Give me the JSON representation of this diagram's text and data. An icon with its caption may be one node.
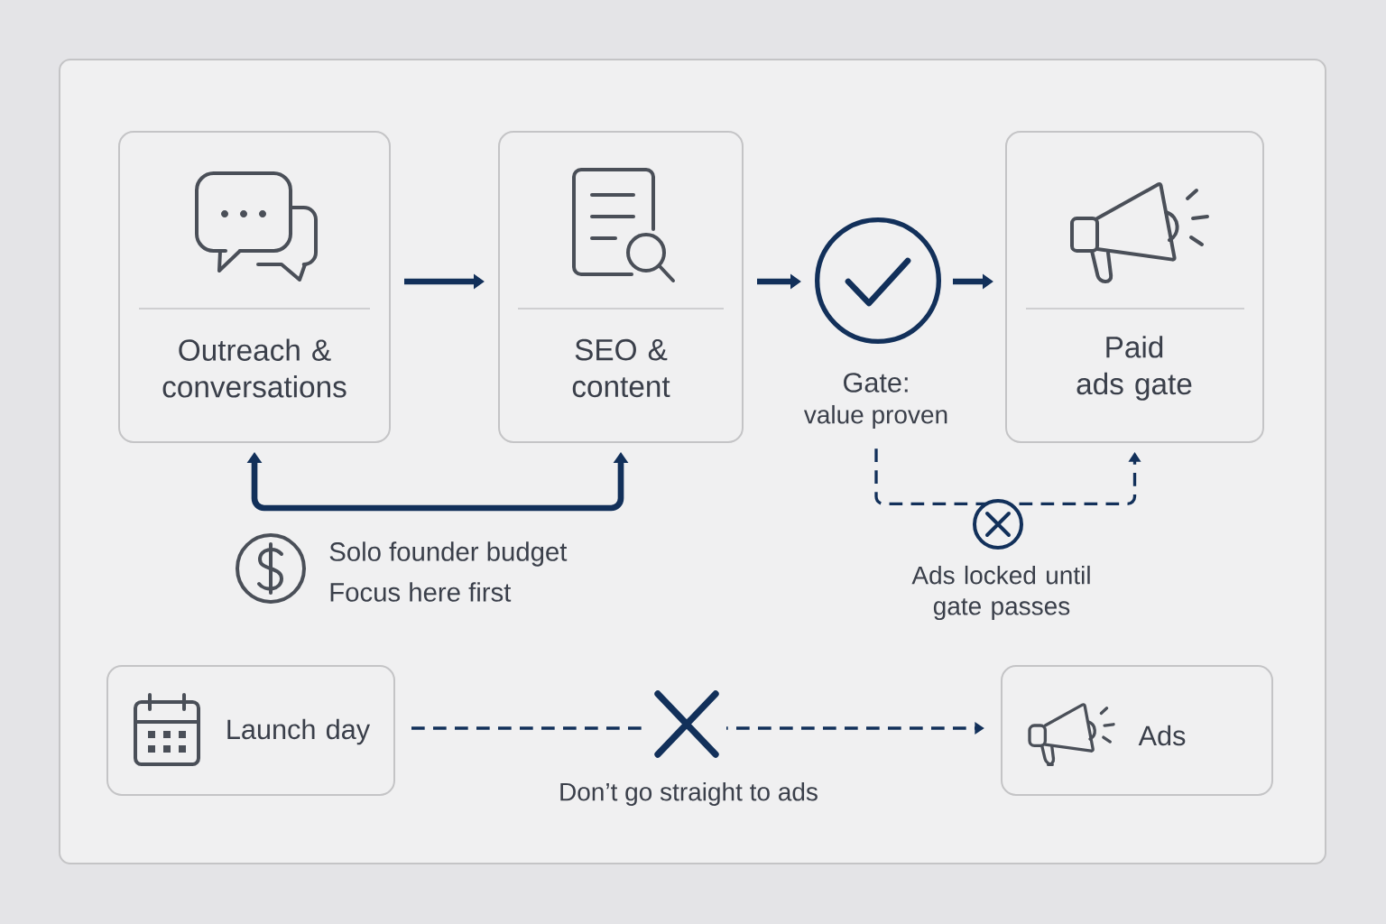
{
  "diagram": {
    "nodes": [
      {
        "text": [
          "Outreach & conversations"
        ]
      },
      {
        "text": [
          "SEO & content"
        ]
      },
      {
        "text": [
          "Gate:",
          "value proven"
        ]
      },
      {
        "text": [
          "Paid ads gate"
        ]
      },
      {
        "text": [
          "Launch day"
        ]
      },
      {
        "text": [
          "Ads"
        ]
      }
    ],
    "edges": [
      {
        "from": 0,
        "to": 1,
        "arrow": "to"
      },
      {
        "from": 1,
        "to": 2,
        "arrow": "to"
      },
      {
        "from": 2,
        "to": 3,
        "arrow": "to"
      },
      {
        "from": 0,
        "to": 1,
        "arrow": "both"
      },
      {
        "from": 2,
        "to": 3,
        "arrow": "to",
        "style": "dashed"
      },
      {
        "from": 4,
        "to": 5,
        "arrow": "to",
        "style": "dashed"
      }
    ],
    "labels": [
      "Solo founder budget",
      "Focus here first",
      "Ads locked until gate passes",
      "Don’t go straight to ads"
    ]
  }
}
